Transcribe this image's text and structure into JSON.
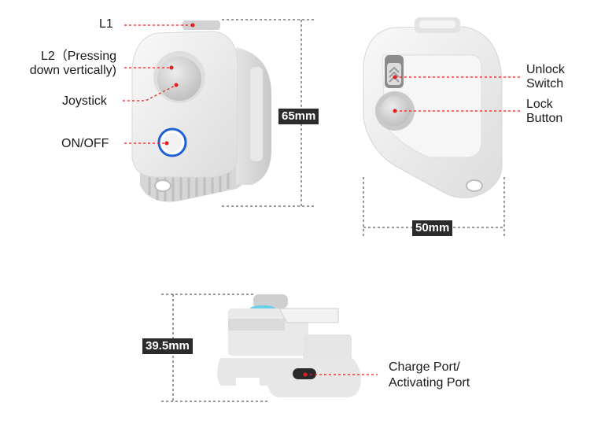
{
  "labels": {
    "l1": "L1",
    "l2_line1": "L2（Pressing",
    "l2_line2": "down vertically)",
    "joystick": "Joystick",
    "on_off": "ON/OFF",
    "unlock_line1": "Unlock",
    "unlock_line2": "Switch",
    "lock_line1": "Lock",
    "lock_line2": "Button",
    "charge_line1": "Charge Port/",
    "charge_line2": "Activating Port"
  },
  "dimensions": {
    "height": "65mm",
    "width": "50mm",
    "depth": "39.5mm"
  },
  "colors": {
    "leader_line": "#e02020",
    "dim_line": "#333333",
    "power_ring": "#1f5fd6",
    "accent_led": "#6ad0ea",
    "body": "#f1f1f1",
    "shadow": "#cfcfcf"
  }
}
